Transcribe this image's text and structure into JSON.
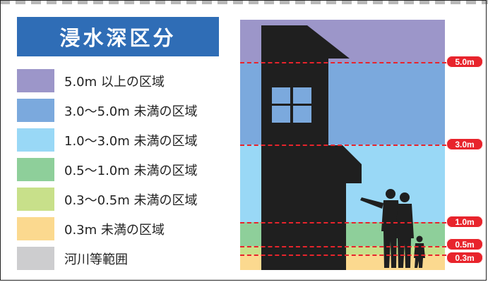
{
  "title": "浸水深区分",
  "legend": [
    {
      "label": "5.0m 以上の区域",
      "color": "#9c96c9"
    },
    {
      "label": "3.0～5.0m 未満の区域",
      "color": "#7ba9dd"
    },
    {
      "label": "1.0～3.0m 未満の区域",
      "color": "#99d8f6"
    },
    {
      "label": "0.5～1.0m 未満の区域",
      "color": "#8ecf9a"
    },
    {
      "label": "0.3～0.5m 未満の区域",
      "color": "#c8e08a"
    },
    {
      "label": "0.3m 未満の区域",
      "color": "#fbd98f"
    },
    {
      "label": "河川等範囲",
      "color": "#cdcdcf"
    }
  ],
  "levels": [
    {
      "label": "5.0m",
      "color": "#e8242c"
    },
    {
      "label": "3.0m",
      "color": "#e8242c"
    },
    {
      "label": "1.0m",
      "color": "#e8242c"
    },
    {
      "label": "0.5m",
      "color": "#e8242c"
    },
    {
      "label": "0.3m",
      "color": "#e8242c"
    }
  ]
}
